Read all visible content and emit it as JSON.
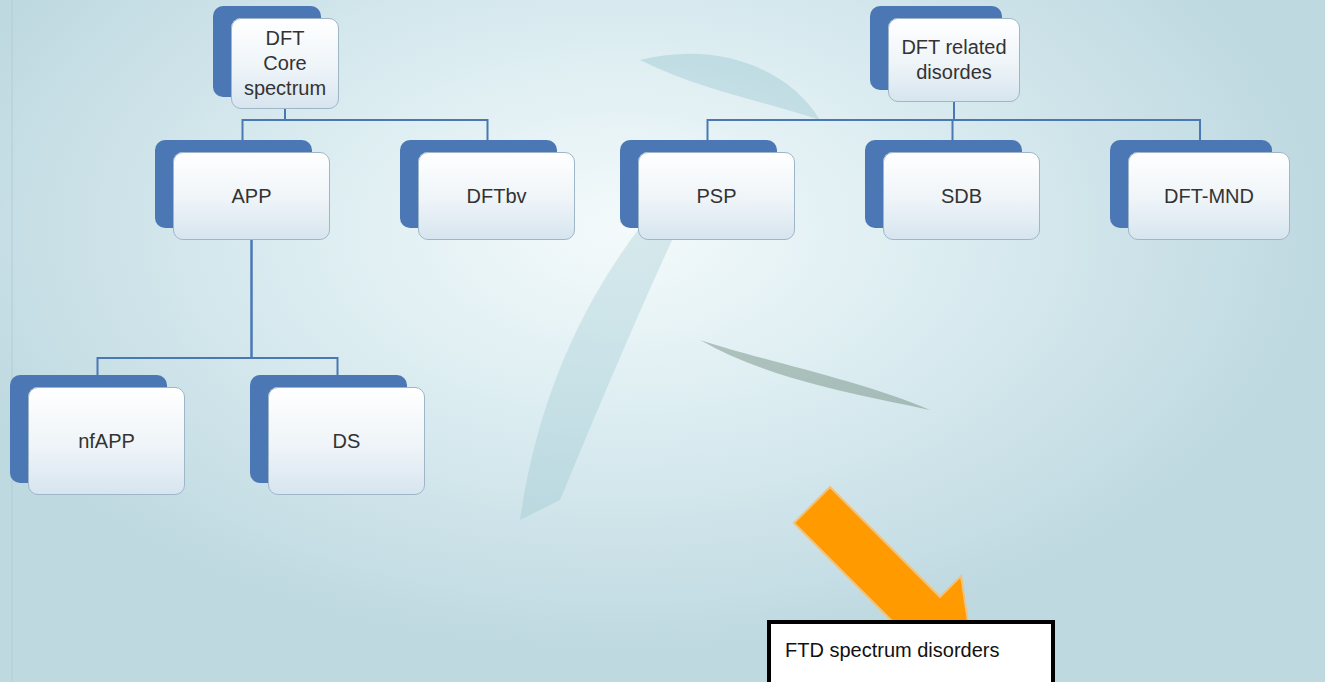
{
  "diagram": {
    "nodes": [
      {
        "text": [
          "DFT Core spectrum"
        ]
      },
      {
        "text": [
          "DFT related disordes"
        ]
      },
      {
        "text": [
          "APP"
        ]
      },
      {
        "text": [
          "DFTbv"
        ]
      },
      {
        "text": [
          "PSP"
        ]
      },
      {
        "text": [
          "SDB"
        ]
      },
      {
        "text": [
          "DFT-MND"
        ]
      },
      {
        "text": [
          "nfAPP"
        ]
      },
      {
        "text": [
          "DS"
        ]
      },
      {
        "text": [
          "FTD spectrum disorders"
        ]
      }
    ],
    "edges": [
      {
        "from": 0,
        "to": 2,
        "arrow": "none"
      },
      {
        "from": 0,
        "to": 3,
        "arrow": "none"
      },
      {
        "from": 1,
        "to": 4,
        "arrow": "none"
      },
      {
        "from": 1,
        "to": 5,
        "arrow": "none"
      },
      {
        "from": 1,
        "to": 6,
        "arrow": "none"
      },
      {
        "from": 2,
        "to": 7,
        "arrow": "none"
      },
      {
        "from": 2,
        "to": 8,
        "arrow": "none"
      }
    ]
  }
}
